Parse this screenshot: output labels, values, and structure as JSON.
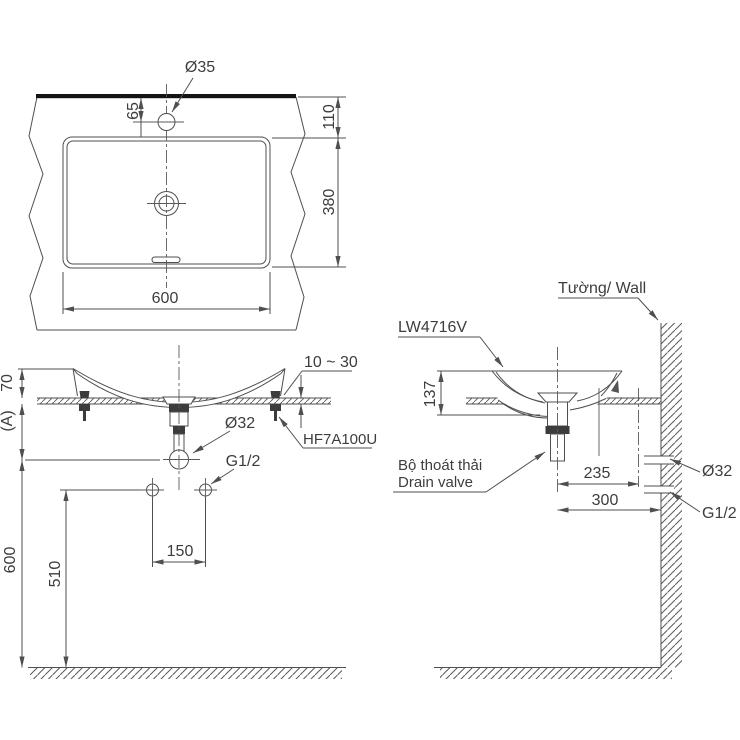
{
  "drawing": {
    "plan_view": {
      "hole_dia": "Ø35",
      "dim_hole_offset": "65",
      "dim_back_edge": "110",
      "dim_depth": "380",
      "dim_width": "600"
    },
    "front_view": {
      "dim_rim_above_counter": "70",
      "dim_a": "(A)",
      "dim_counter_thickness": "10 ~ 30",
      "drain_dia": "Ø32",
      "supply_thread": "G1/2",
      "fitting_code": "HF7A100U",
      "dim_supply_span": "150",
      "dim_supply_height": "510",
      "dim_drain_height": "600"
    },
    "side_view": {
      "wall_label": "Tường/ Wall",
      "model_code": "LW4716V",
      "dim_height": "137",
      "drain_label_vi": "Bộ thoát thải",
      "drain_label_en": "Drain valve",
      "dim_drain_to_faucet_line": "235",
      "dim_drain_to_wall": "300",
      "drain_dia": "Ø32",
      "supply_thread": "G1/2"
    }
  },
  "colors": {
    "line": "#4f4f4f",
    "text": "#3d3d3d",
    "thick_bar": "#141414",
    "background": "#ffffff"
  }
}
